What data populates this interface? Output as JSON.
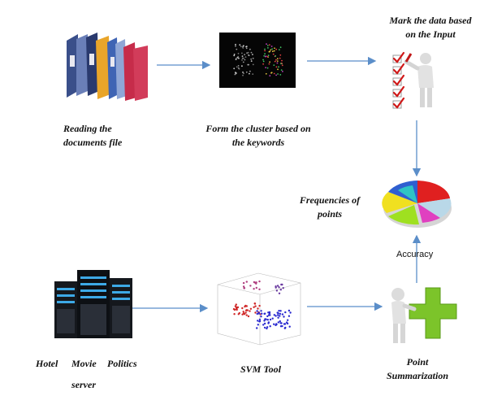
{
  "labels": {
    "reading": [
      "Reading the",
      "documents file"
    ],
    "cluster": [
      "Form the cluster based on",
      "the keywords"
    ],
    "mark": [
      "Mark the data based",
      "on the Input"
    ],
    "frequencies": [
      "Frequencies of",
      "points"
    ],
    "accuracy": "Accuracy",
    "hotel": "Hotel",
    "movie": "Movie",
    "politics": "Politics",
    "server": "server",
    "svm": "SVM Tool",
    "point": "Point",
    "summarization": "Summarization"
  },
  "icons": {
    "documents": "binders-icon",
    "cluster": "cluster-visualization-icon",
    "mark": "checklist-figure-icon",
    "accuracy": "pie-chart-icon",
    "server": "server-rack-icon",
    "svm": "scatter-plot-icon",
    "summarization": "plus-figure-icon"
  },
  "colors": {
    "arrow": "#5b8ec9",
    "pie": [
      "#e02020",
      "#2f5fd0",
      "#2ec4c4",
      "#e040c0",
      "#9fe020",
      "#f0e020"
    ],
    "plus": "#7cc42a"
  }
}
